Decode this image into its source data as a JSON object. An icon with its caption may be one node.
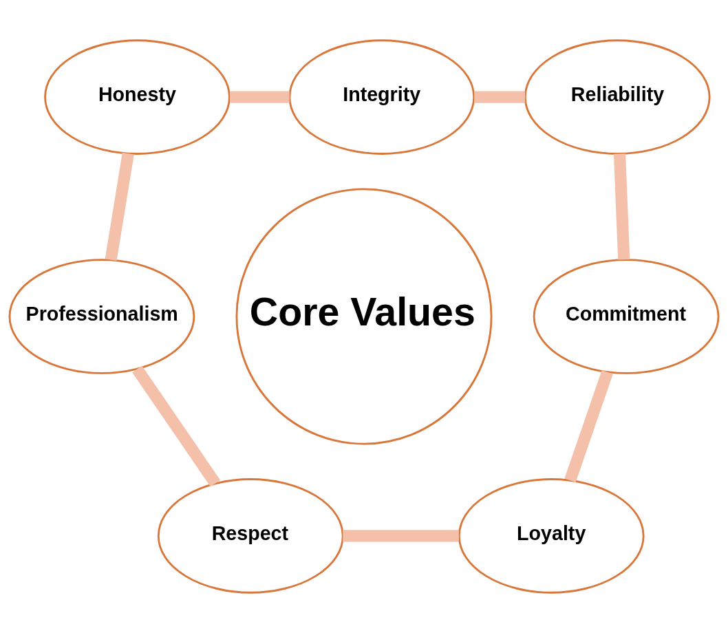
{
  "diagram": {
    "nodes": [
      {
        "text": [
          "Core Values"
        ]
      },
      {
        "text": [
          "Integrity"
        ]
      },
      {
        "text": [
          "Reliability"
        ]
      },
      {
        "text": [
          "Commitment"
        ]
      },
      {
        "text": [
          "Loyalty"
        ]
      },
      {
        "text": [
          "Respect"
        ]
      },
      {
        "text": [
          "Professionalism"
        ]
      },
      {
        "text": [
          "Honesty"
        ]
      }
    ],
    "edges": [
      {
        "from": 1,
        "to": 2,
        "arrow": "none"
      },
      {
        "from": 2,
        "to": 3,
        "arrow": "none"
      },
      {
        "from": 3,
        "to": 4,
        "arrow": "none"
      },
      {
        "from": 5,
        "to": 4,
        "arrow": "none"
      },
      {
        "from": 6,
        "to": 5,
        "arrow": "none"
      },
      {
        "from": 7,
        "to": 6,
        "arrow": "none"
      },
      {
        "from": 7,
        "to": 1,
        "arrow": "none"
      }
    ]
  }
}
